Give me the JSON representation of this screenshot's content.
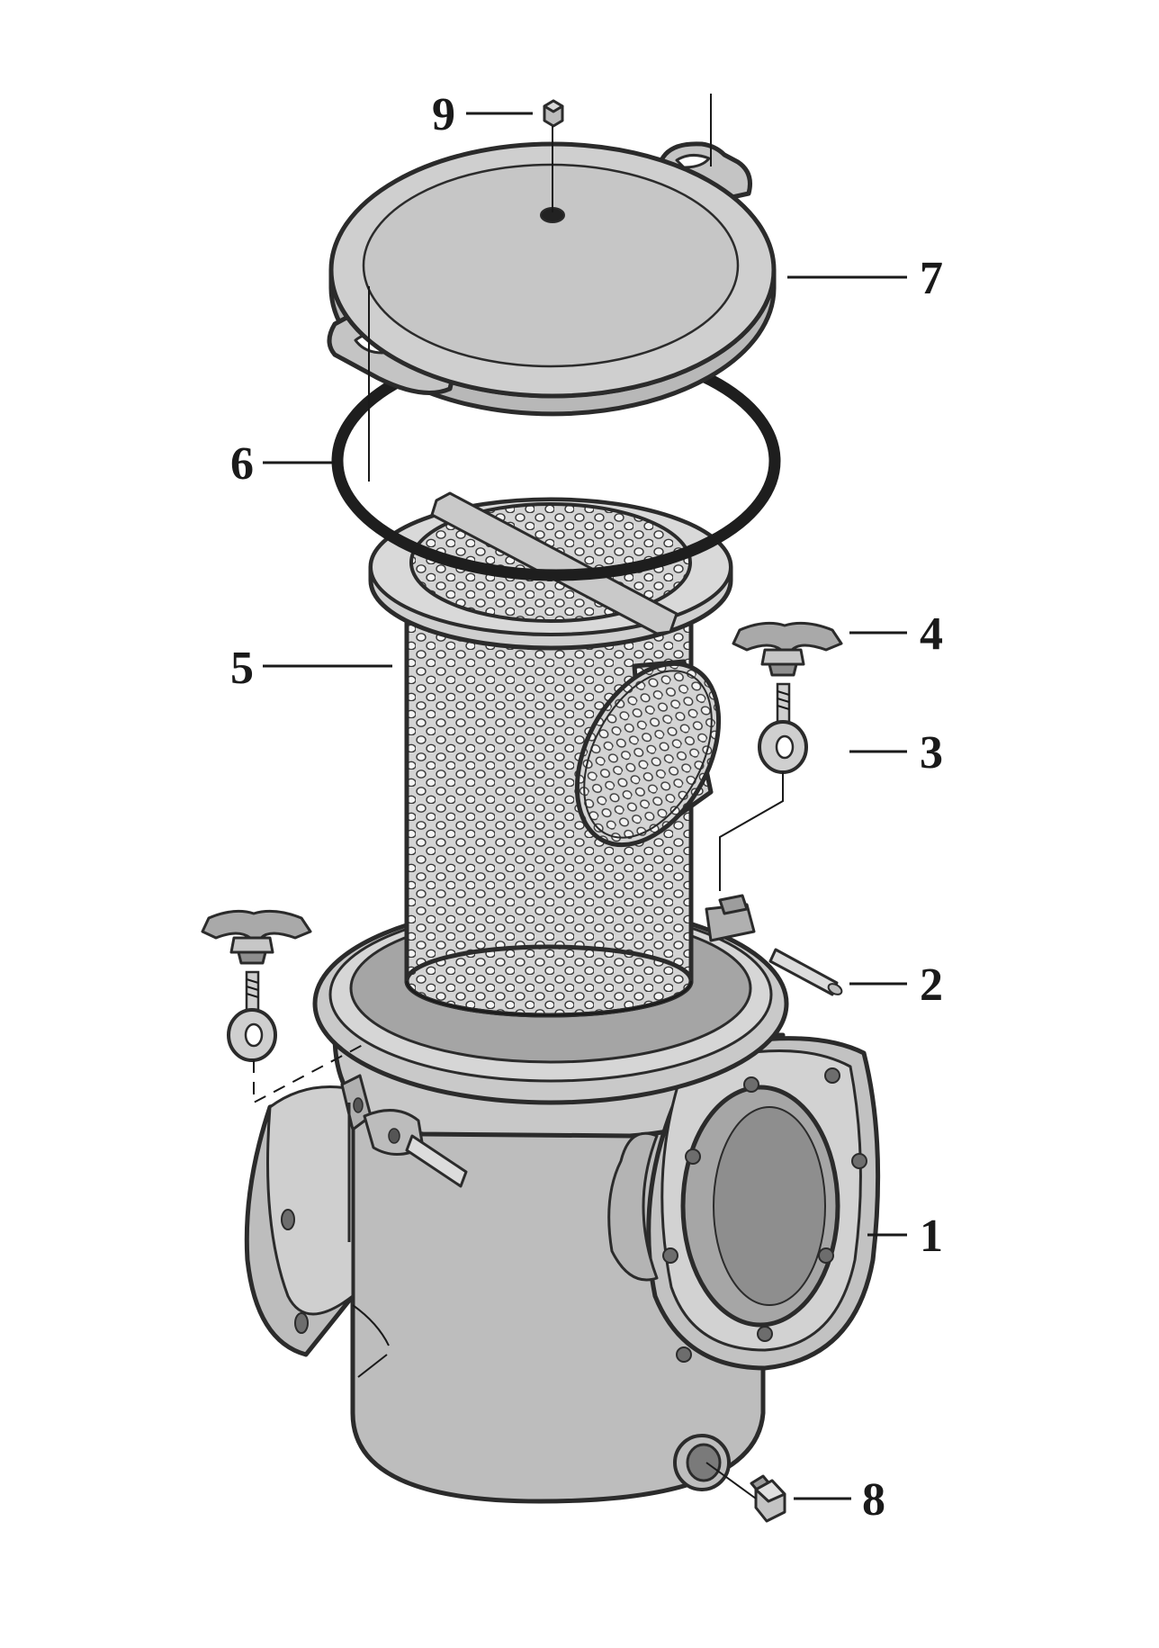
{
  "parts": [
    {
      "number": "1",
      "name": "housing"
    },
    {
      "number": "2",
      "name": "hinge-pin"
    },
    {
      "number": "3",
      "name": "eye-bolt"
    },
    {
      "number": "4",
      "name": "wing-nut"
    },
    {
      "number": "5",
      "name": "strainer-basket"
    },
    {
      "number": "6",
      "name": "o-ring"
    },
    {
      "number": "7",
      "name": "cover"
    },
    {
      "number": "8",
      "name": "drain-plug"
    },
    {
      "number": "9",
      "name": "vent-plug"
    }
  ],
  "colors": {
    "metal_light": "#d6d6d6",
    "metal_mid": "#bdbdbd",
    "metal_dark": "#9a9a9a",
    "outline": "#2b2b2b",
    "gasket": "#a5a5a5",
    "o_ring": "#1e1e1e"
  }
}
